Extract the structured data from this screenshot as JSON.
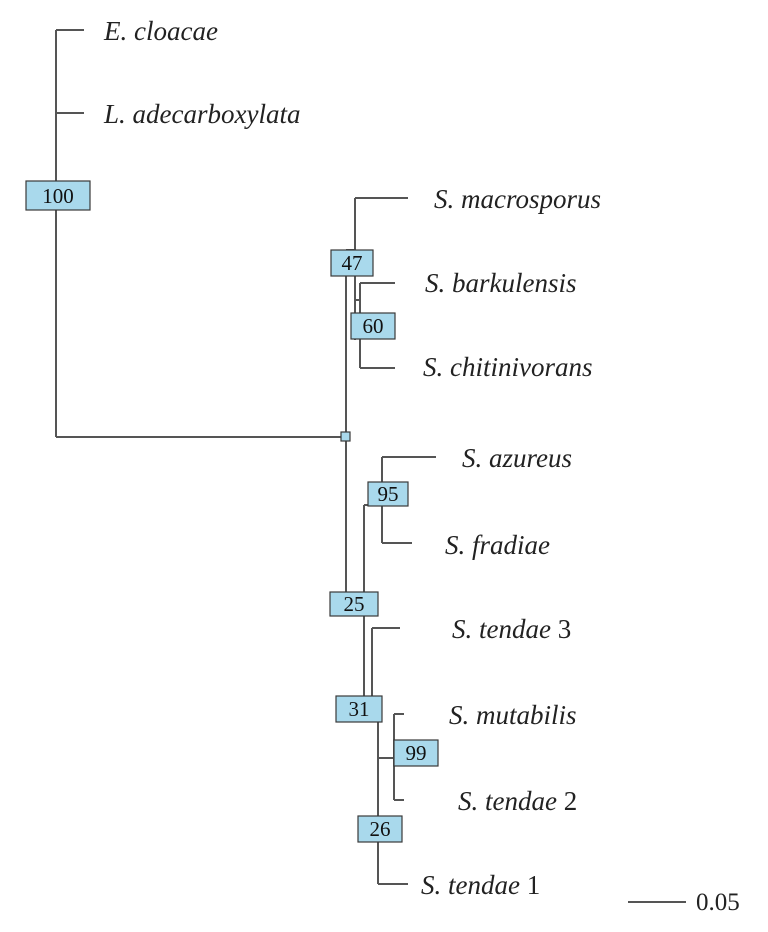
{
  "tree": {
    "taxa": {
      "e_cloacae": {
        "italic": "E. cloacae",
        "suffix": ""
      },
      "l_adecarboxylata": {
        "italic": "L. adecarboxylata",
        "suffix": ""
      },
      "s_macrosporus": {
        "italic": "S. macrosporus",
        "suffix": ""
      },
      "s_barkulensis": {
        "italic": "S. barkulensis",
        "suffix": ""
      },
      "s_chitinivorans": {
        "italic": "S. chitinivorans",
        "suffix": ""
      },
      "s_azureus": {
        "italic": "S. azureus",
        "suffix": ""
      },
      "s_fradiae": {
        "italic": "S. fradiae",
        "suffix": ""
      },
      "s_tendae_3": {
        "italic": "S. tendae",
        "suffix": " 3"
      },
      "s_mutabilis": {
        "italic": "S. mutabilis",
        "suffix": ""
      },
      "s_tendae_2": {
        "italic": "S. tendae",
        "suffix": " 2"
      },
      "s_tendae_1": {
        "italic": "S. tendae",
        "suffix": " 1"
      }
    },
    "bootstrap": {
      "root_clade": "100",
      "macrosporus_clade": "47",
      "barkulensis_chitinivorans": "60",
      "azureus_fradiae": "95",
      "lower_clade": "25",
      "tendae_clade": "31",
      "mutabilis_tendae2": "99",
      "tendae_subclade": "26"
    },
    "scale_bar": {
      "value": "0.05"
    }
  }
}
